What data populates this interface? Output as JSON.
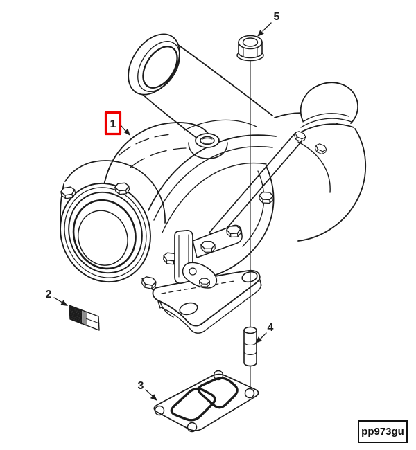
{
  "figure": {
    "part_code": "pp973gu",
    "background_color": "#ffffff",
    "line_color": "#1b1b1b",
    "highlight_color": "#ee0000",
    "callouts": [
      {
        "label": "1",
        "highlighted": true
      },
      {
        "label": "2",
        "highlighted": false
      },
      {
        "label": "3",
        "highlighted": false
      },
      {
        "label": "4",
        "highlighted": false
      },
      {
        "label": "5",
        "highlighted": false
      }
    ]
  }
}
